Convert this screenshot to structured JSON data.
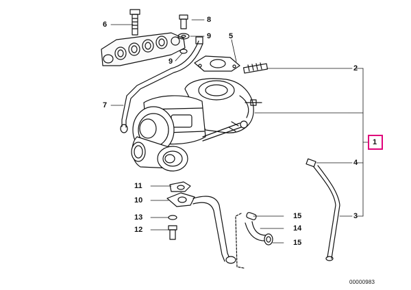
{
  "callouts": {
    "c1": "1",
    "c2": "2",
    "c3": "3",
    "c4": "4",
    "c5": "5",
    "c6": "6",
    "c7": "7",
    "c8": "8",
    "c9a": "9",
    "c9b": "9",
    "c10": "10",
    "c11": "11",
    "c12": "12",
    "c13": "13",
    "c14": "14",
    "c15a": "15",
    "c15b": "15"
  },
  "reference": "00000983",
  "colors": {
    "highlight": "#e0007a",
    "line": "#111111"
  }
}
